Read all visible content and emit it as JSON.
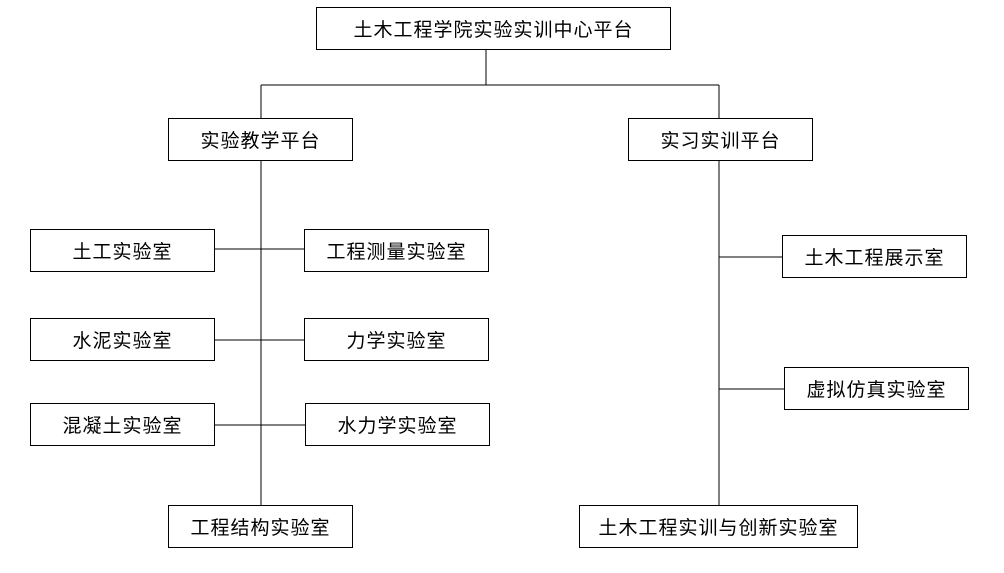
{
  "root": {
    "label": "土木工程学院实验实训中心平台"
  },
  "experiment_platform": {
    "label": "实验教学平台",
    "labs_left": [
      {
        "label": "土工实验室"
      },
      {
        "label": "水泥实验室"
      },
      {
        "label": "混凝土实验室"
      }
    ],
    "labs_right": [
      {
        "label": "工程测量实验室"
      },
      {
        "label": "力学实验室"
      },
      {
        "label": "水力学实验室"
      }
    ],
    "bottom_lab": {
      "label": "工程结构实验室"
    }
  },
  "training_platform": {
    "label": "实习实训平台",
    "labs": [
      {
        "label": "土木工程展示室"
      },
      {
        "label": "虚拟仿真实验室"
      }
    ],
    "bottom_lab": {
      "label": "土木工程实训与创新实验室"
    }
  }
}
